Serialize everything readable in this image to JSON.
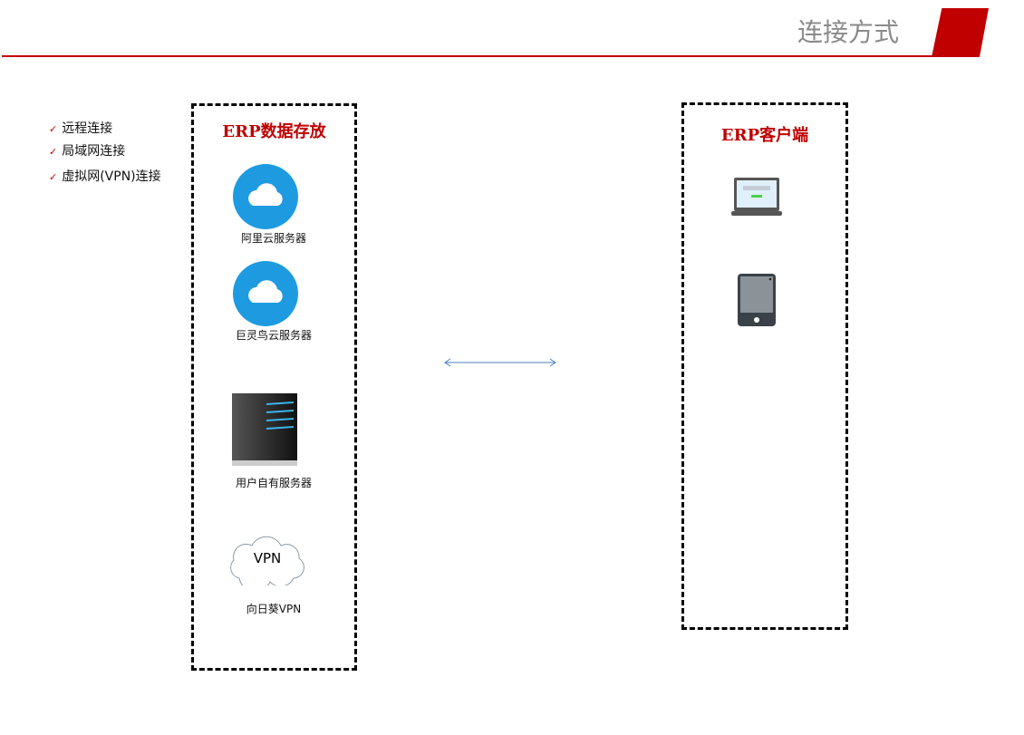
{
  "header": {
    "title": "连接方式"
  },
  "checklist": [
    "远程连接",
    "局域网连接",
    "虚拟网(VPN)连接"
  ],
  "storage": {
    "title": "ERP数据存放",
    "items": [
      {
        "label": "阿里云服务器",
        "icon": "cloud-icon"
      },
      {
        "label": "巨灵鸟云服务器",
        "icon": "cloud-icon"
      },
      {
        "label": "用户自有服务器",
        "icon": "server-icon"
      },
      {
        "label": "向日葵VPN",
        "icon": "vpn-cloud-icon",
        "icon_text": "VPN"
      }
    ]
  },
  "client": {
    "title": "ERP客户端",
    "items": [
      {
        "icon": "laptop-icon"
      },
      {
        "icon": "tablet-icon"
      }
    ]
  },
  "colors": {
    "accent": "#c00000",
    "cloud": "#1e9be0"
  }
}
